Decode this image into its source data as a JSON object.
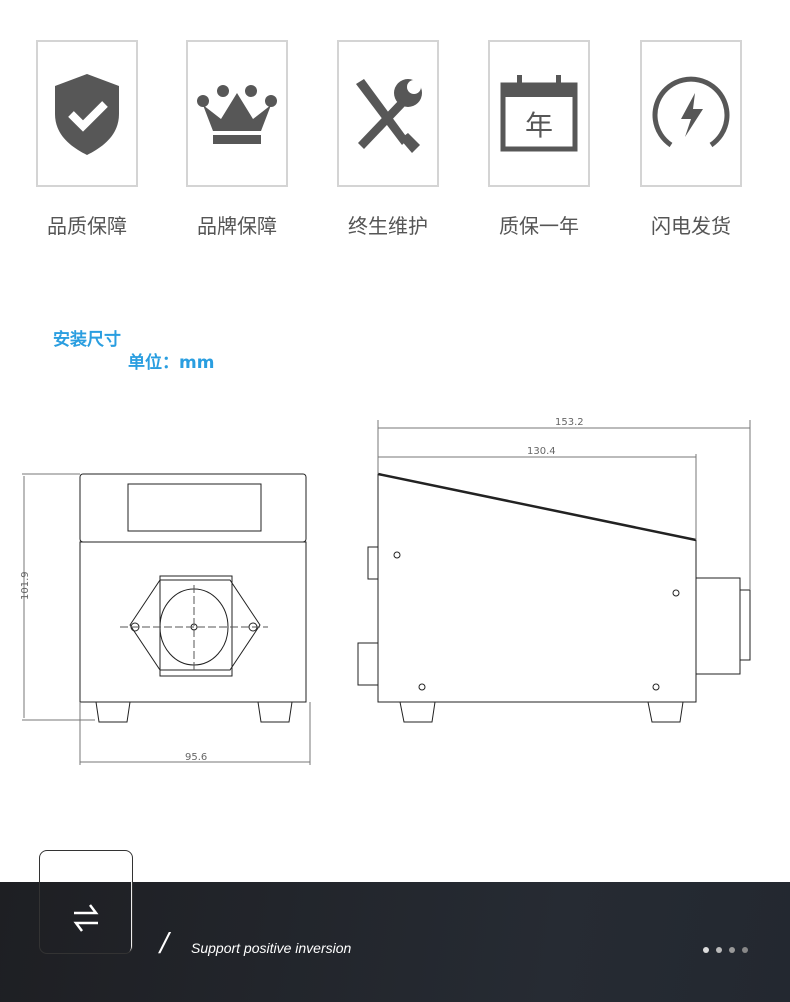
{
  "features": [
    {
      "icon": "shield-check-icon",
      "label": "品质保障"
    },
    {
      "icon": "crown-icon",
      "label": "品牌保障"
    },
    {
      "icon": "tools-icon",
      "label": "终生维护"
    },
    {
      "icon": "calendar-year-icon",
      "label": "质保一年",
      "glyph": "年"
    },
    {
      "icon": "lightning-icon",
      "label": "闪电发货"
    }
  ],
  "dimensions": {
    "title": "安装尺寸",
    "unit_label": "单位：mm",
    "height": "101.9",
    "width": "95.6",
    "total_length": "153.2",
    "body_length": "130.4"
  },
  "banner": {
    "icon": "swap-arrows-icon",
    "slash": "/",
    "caption": "Support positive inversion",
    "dots": 4,
    "active_dot": 0
  },
  "colors": {
    "accent": "#2a9ee0",
    "icon_gray": "#575757",
    "band": "#202226"
  }
}
